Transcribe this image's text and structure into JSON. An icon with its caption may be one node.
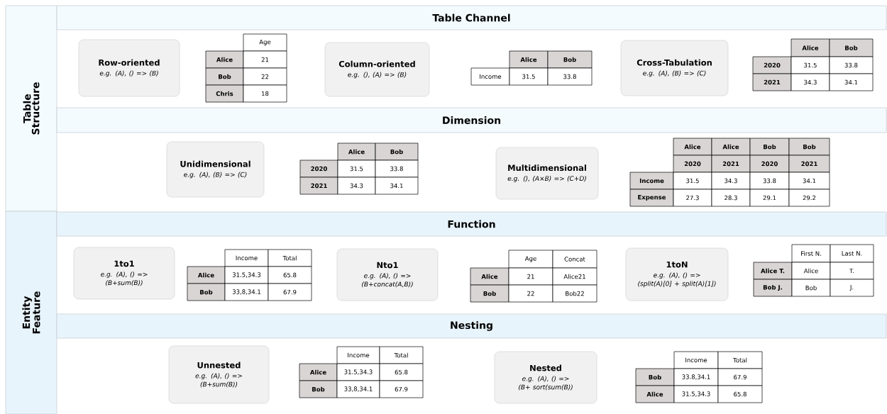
{
  "diagram": {
    "nodes": [
      {
        "text": [
          "Table Structure"
        ]
      },
      {
        "text": [
          "Entity Feature"
        ]
      },
      {
        "text": [
          "Table Channel"
        ]
      },
      {
        "text": [
          "Row-oriented",
          "e.g. (A), () => (B)"
        ]
      },
      {
        "text": [
          "Column-oriented",
          "e.g. (), (A) => (B)"
        ]
      },
      {
        "text": [
          "Cross-Tabulation",
          "e.g. (A), (B) => (C)"
        ]
      },
      {
        "text": [
          "Dimension"
        ]
      },
      {
        "text": [
          "Unidimensional",
          "e.g. (A), (B) => (C)"
        ]
      },
      {
        "text": [
          "Multidimensional",
          "e.g. (), (A×B) => (C+D)"
        ]
      },
      {
        "text": [
          "Function"
        ]
      },
      {
        "text": [
          "1to1",
          "e.g. (A), () => (B+sum(B))"
        ]
      },
      {
        "text": [
          "Nto1",
          "e.g. (A), () => (B+concat(A,B))"
        ]
      },
      {
        "text": [
          "1toN",
          "e.g. (A), () => (split(A)[0] + split(A)[1])"
        ]
      },
      {
        "text": [
          "Nesting"
        ]
      },
      {
        "text": [
          "Unnested",
          "e.g. (A), () => (B+sum(B))"
        ]
      },
      {
        "text": [
          "Nested",
          "e.g. (A), () => (B+ sort(sum(B))"
        ]
      }
    ],
    "labels": [
      "Age",
      "Alice",
      "21",
      "Bob",
      "22",
      "Chris",
      "18",
      "Alice",
      "Bob",
      "Income",
      "31.5",
      "33.8",
      "Alice",
      "Bob",
      "2020",
      "31.5",
      "33.8",
      "2021",
      "34.3",
      "34.1",
      "Alice",
      "Bob",
      "2020",
      "31.5",
      "33.8",
      "2021",
      "34.3",
      "34.1",
      "Alice",
      "Alice",
      "Bob",
      "Bob",
      "2020",
      "2021",
      "2020",
      "2021",
      "Income",
      "31.5",
      "34.3",
      "33.8",
      "34.1",
      "Expense",
      "27.3",
      "28.3",
      "29.1",
      "29.2",
      "Income",
      "Total",
      "Alice",
      "31.5,34.3",
      "65.8",
      "Bob",
      "33,8,34.1",
      "67.9",
      "Age",
      "Concat",
      "Alice",
      "21",
      "Alice21",
      "Bob",
      "22",
      "Bob22",
      "First N.",
      "Last N.",
      "Alice T.",
      "Alice",
      "T.",
      "Bob J.",
      "Bob",
      "J.",
      "Income",
      "Total",
      "Alice",
      "31.5,34.3",
      "65.8",
      "Bob",
      "33,8,34.1",
      "67.9",
      "Income",
      "Total",
      "Bob",
      "33.8,34.1",
      "67.9",
      "Alice",
      "31.5,34.3",
      "65.8"
    ]
  }
}
